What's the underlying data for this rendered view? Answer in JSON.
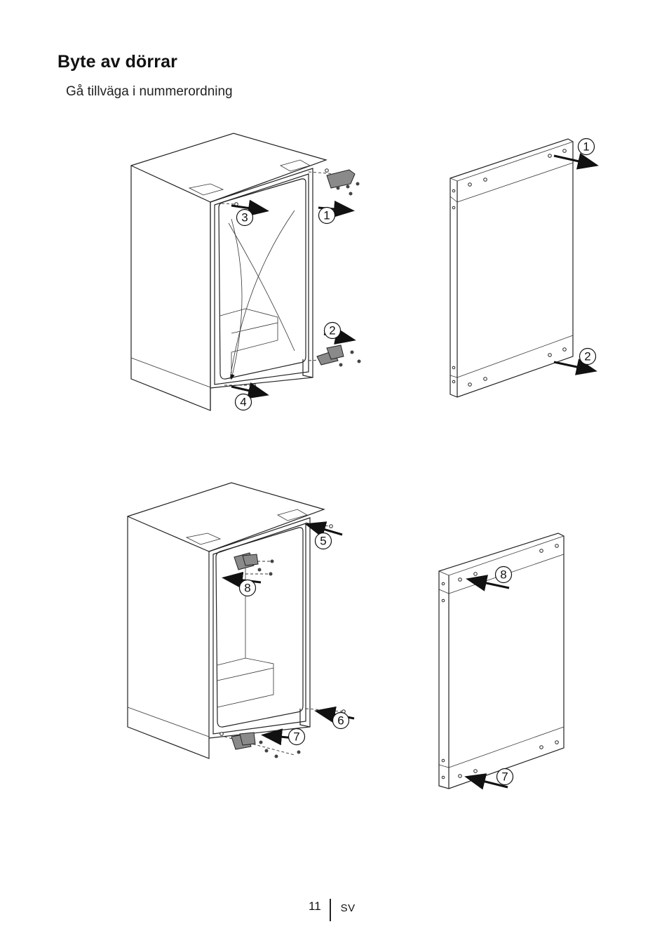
{
  "heading": {
    "title": "Byte av dörrar",
    "subtitle": "Gå tillväga i nummerordning"
  },
  "figures": {
    "top_cabinet_callouts": [
      "1",
      "2",
      "3",
      "4"
    ],
    "top_door_callouts": [
      "1",
      "2"
    ],
    "bottom_cabinet_callouts": [
      "5",
      "6",
      "7",
      "8"
    ],
    "bottom_door_callouts": [
      "8",
      "7"
    ]
  },
  "footer": {
    "page_number": "11",
    "language": "SV"
  }
}
